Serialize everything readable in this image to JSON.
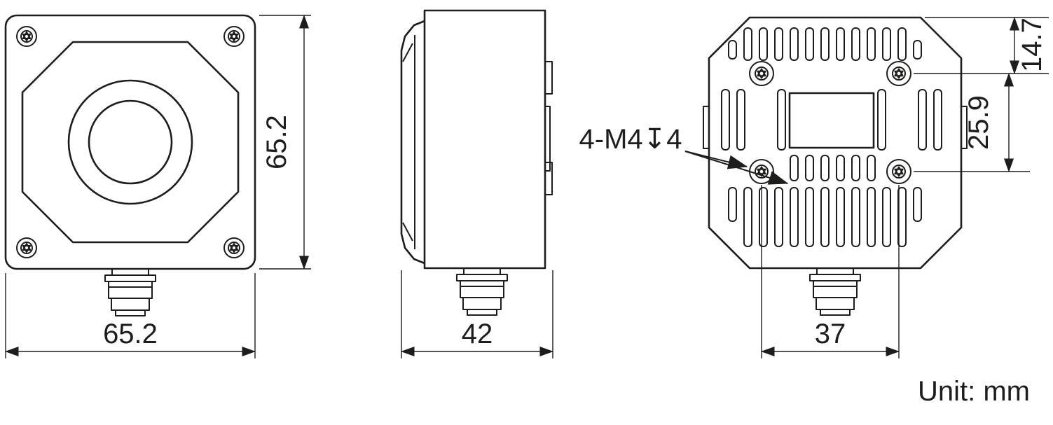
{
  "unit_label": "Unit: mm",
  "colors": {
    "line": "#1d1d1b",
    "background": "#ffffff"
  },
  "front_view": {
    "width_mm": "65.2",
    "height_mm": "65.2"
  },
  "side_view": {
    "depth_mm": "42"
  },
  "back_view": {
    "mount_hole_spacing_mm": "37",
    "top_edge_to_hole_mm": "14.7",
    "hole_row_spacing_mm": "25.9",
    "thread_callout": "4-M4↧4"
  }
}
